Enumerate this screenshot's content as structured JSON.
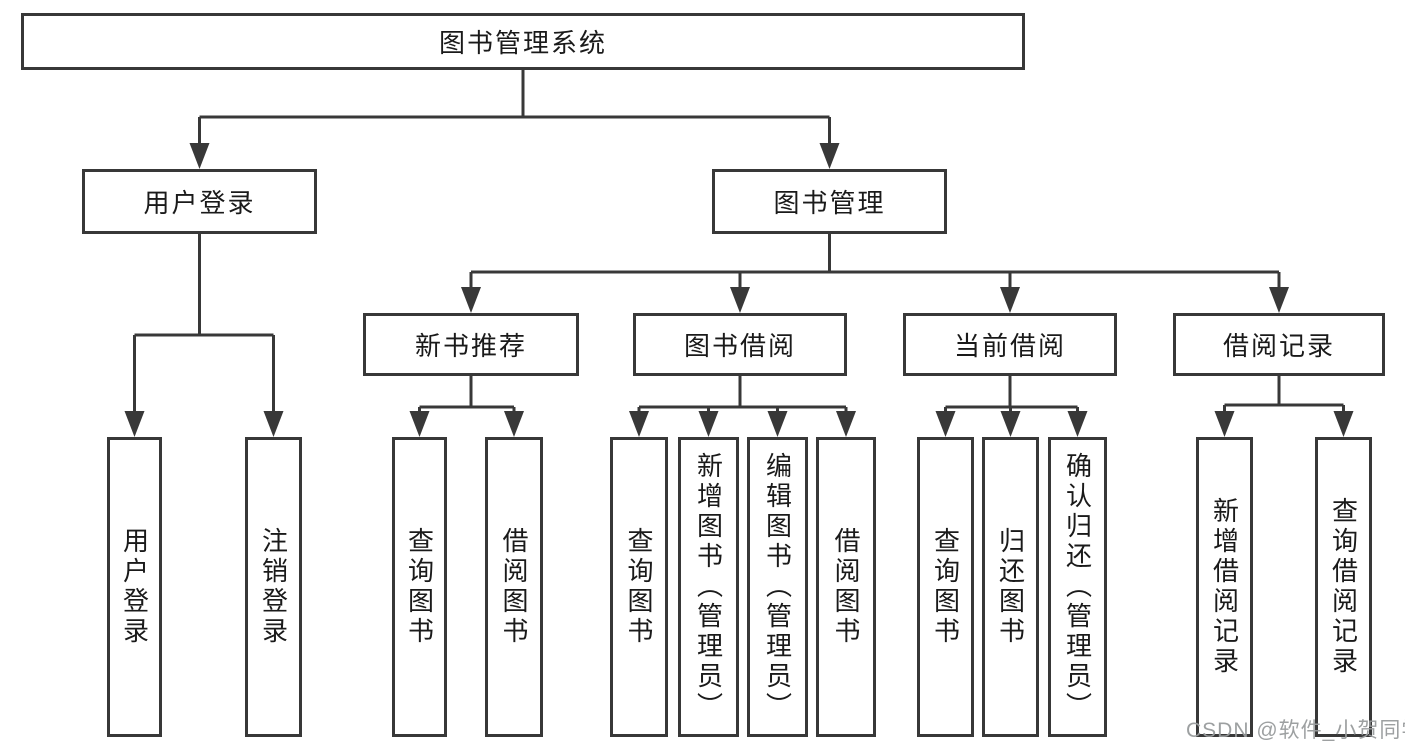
{
  "tree": {
    "root": {
      "label": "图书管理系统",
      "children": [
        {
          "label": "用户登录",
          "children": [
            {
              "label": "用户登录"
            },
            {
              "label": "注销登录"
            }
          ]
        },
        {
          "label": "图书管理",
          "children": [
            {
              "label": "新书推荐",
              "children": [
                {
                  "label": "查询图书"
                },
                {
                  "label": "借阅图书"
                }
              ]
            },
            {
              "label": "图书借阅",
              "children": [
                {
                  "label": "查询图书"
                },
                {
                  "label": "新增图书（管理员）"
                },
                {
                  "label": "编辑图书（管理员）"
                },
                {
                  "label": "借阅图书"
                }
              ]
            },
            {
              "label": "当前借阅",
              "children": [
                {
                  "label": "查询图书"
                },
                {
                  "label": "归还图书"
                },
                {
                  "label": "确认归还（管理员）"
                }
              ]
            },
            {
              "label": "借阅记录",
              "children": [
                {
                  "label": "新增借阅记录"
                },
                {
                  "label": "查询借阅记录"
                }
              ]
            }
          ]
        }
      ]
    }
  },
  "watermark": {
    "text": "CSDN @软件_小贺同学"
  },
  "colors": {
    "line": "#383838",
    "text": "#1a1a1a",
    "background": "#ffffff",
    "watermark": "#989b9c"
  }
}
